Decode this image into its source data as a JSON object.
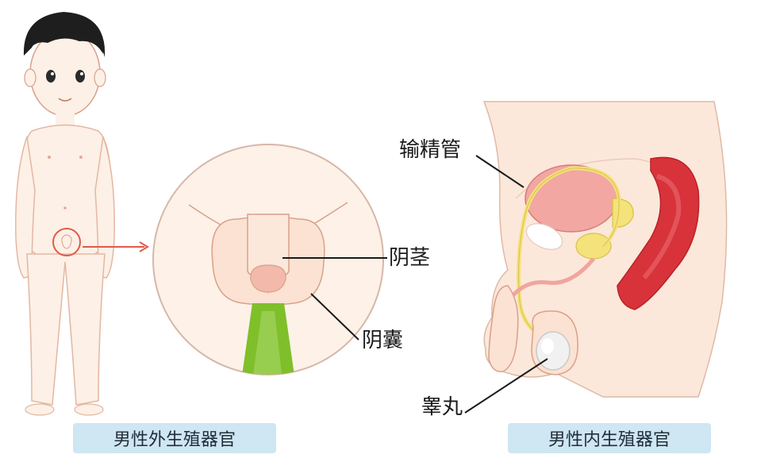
{
  "labels": {
    "penis": "阴茎",
    "scrotum": "阴囊",
    "vas_deferens": "输精管",
    "testis": "睾丸"
  },
  "captions": {
    "external": "男性外生殖器官",
    "internal": "男性内生殖器官"
  },
  "colors": {
    "skin": "#fbe8da",
    "outline": "#d9a08a",
    "highlight_ring": "#e05a4a",
    "bladder": "#f2a7a2",
    "duct": "#f4e27a",
    "rectum": "#d8333a",
    "glans": "#f3b9aa",
    "green": "#7fbf2a",
    "caption_bg": "#cfe6f3"
  }
}
